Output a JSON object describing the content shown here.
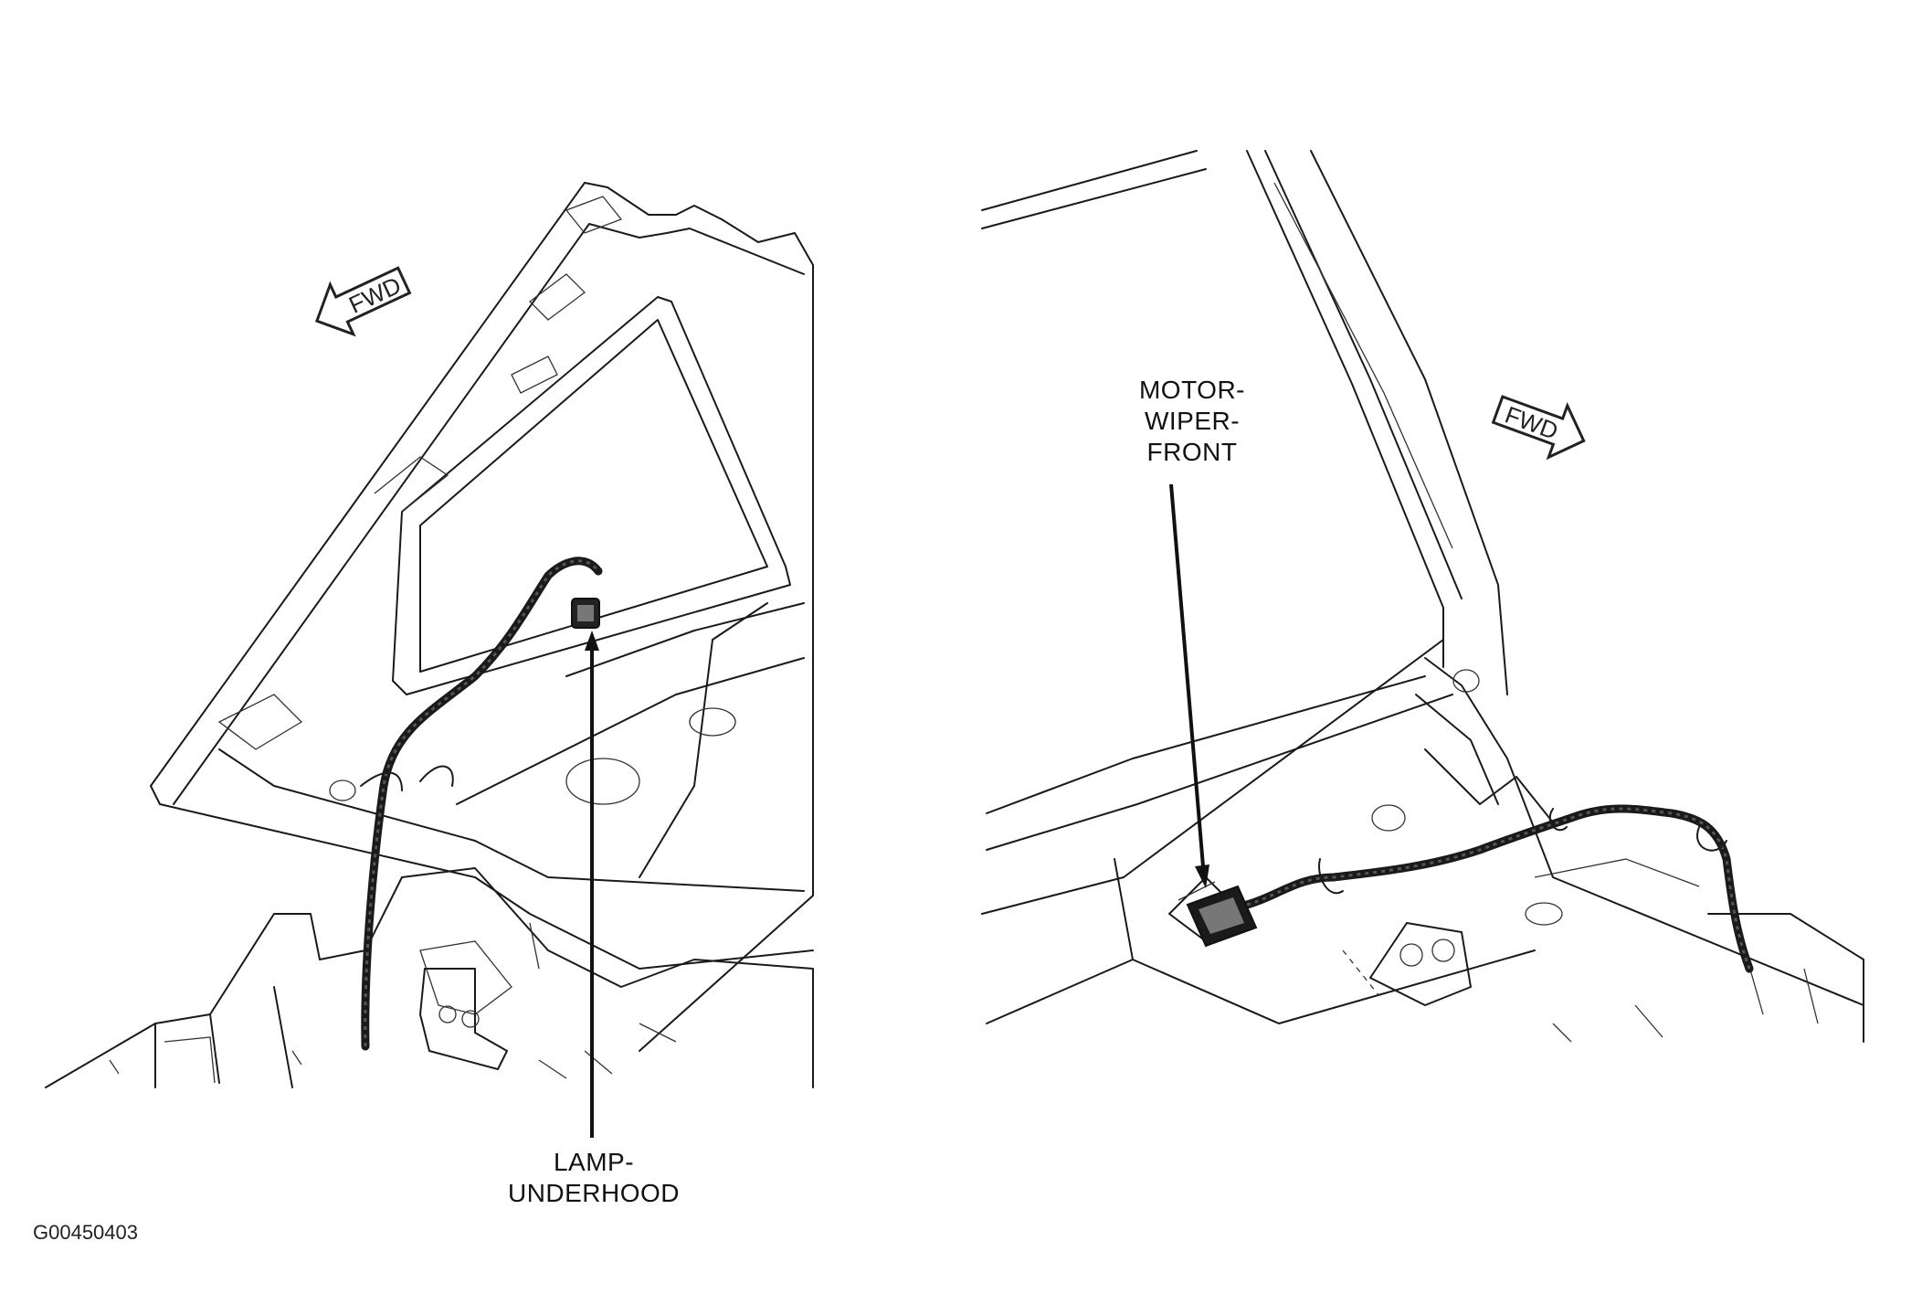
{
  "diagram": {
    "figure_code": "G00450403",
    "callouts": {
      "left": [
        "LAMP-",
        "UNDERHOOD"
      ],
      "right": [
        "MOTOR-",
        "WIPER-",
        "FRONT"
      ]
    },
    "direction_markers": {
      "left": "FWD",
      "right": "FWD"
    }
  }
}
